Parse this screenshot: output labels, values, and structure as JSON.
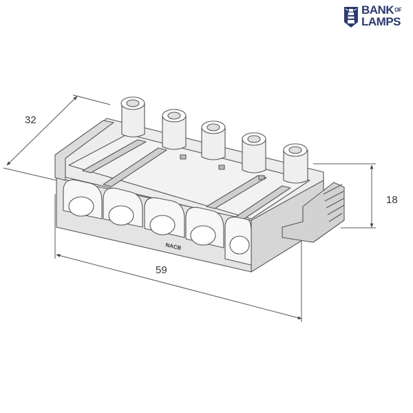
{
  "brand": {
    "line1": "BANK",
    "of": "OF",
    "line2": "LAMPS",
    "color": "#2b3a6e"
  },
  "dimensions": {
    "depth": "32",
    "width": "59",
    "height": "18"
  },
  "part_marking": "NACB",
  "colors": {
    "line": "#555555",
    "body": "#e9e9e9",
    "shade": "#c9c9c9",
    "dark": "#8a8a8a"
  }
}
